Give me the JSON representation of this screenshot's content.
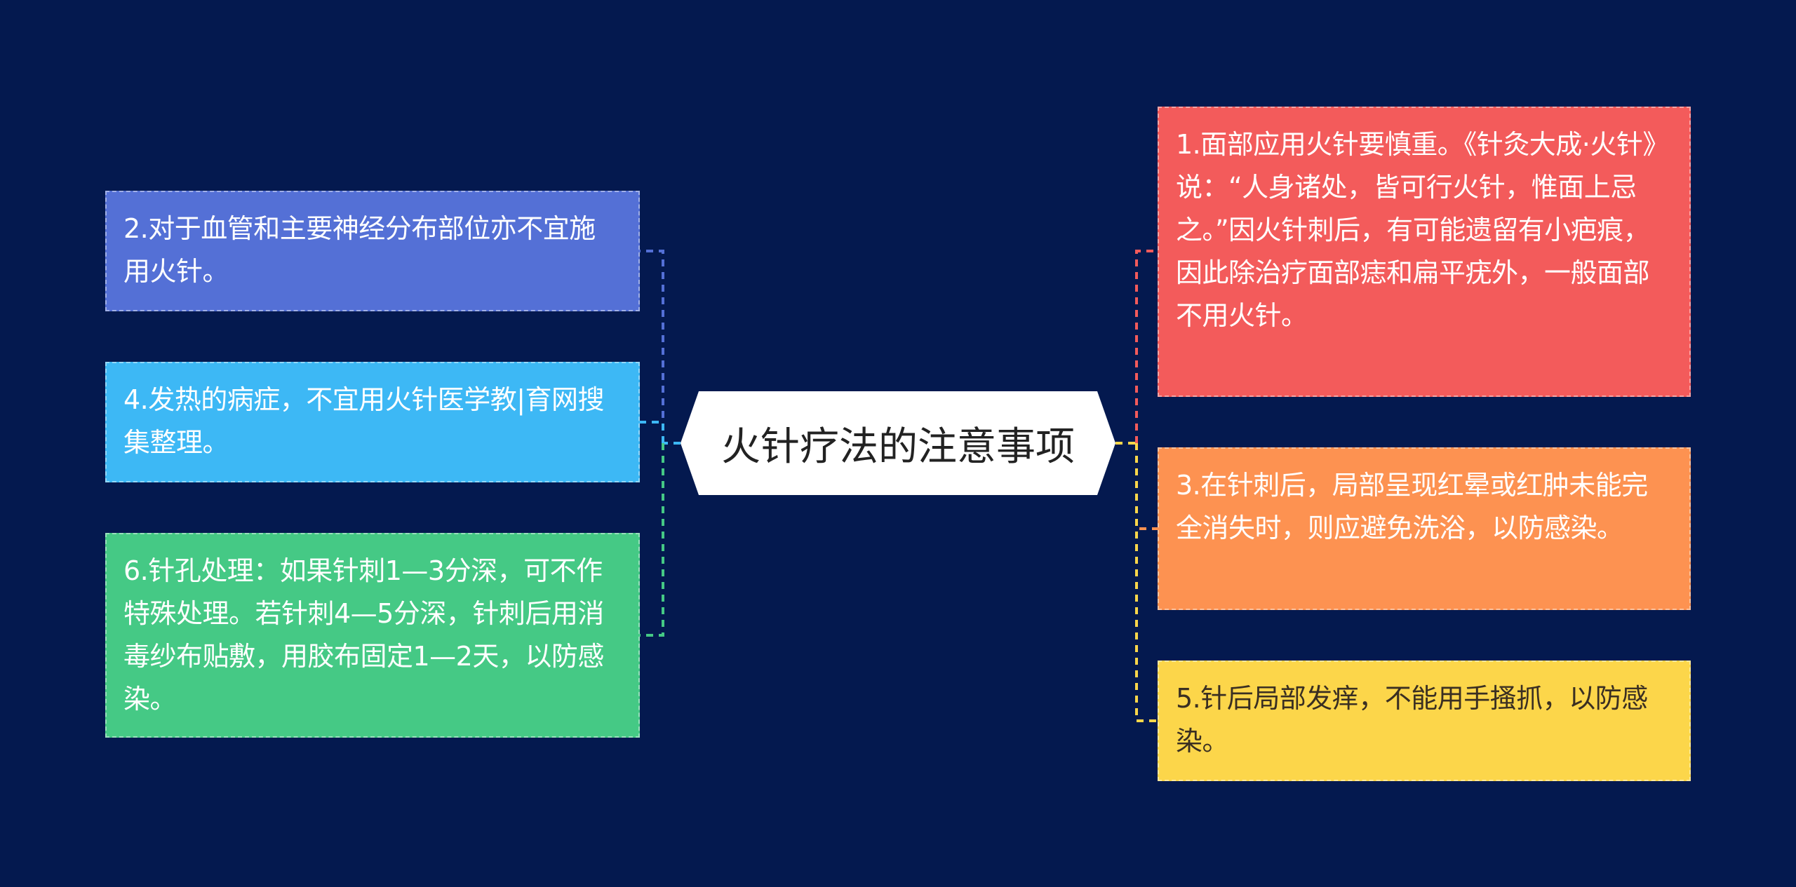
{
  "root": {
    "label": "火针疗法的注意事项"
  },
  "left_nodes": [
    {
      "id": "n2",
      "text": "2.对于血管和主要神经分布部位亦不宜施用火针。",
      "color": "#5470d6"
    },
    {
      "id": "n4",
      "text": "4.发热的病症，不宜用火针医学教|育网搜集整理。",
      "color": "#3db8f5"
    },
    {
      "id": "n6",
      "text": "6.针孔处理：如果针刺1—3分深，可不作特殊处理。若针刺4—5分深，针刺后用消毒纱布贴敷，用胶布固定1—2天，以防感染。",
      "color": "#45c985"
    }
  ],
  "right_nodes": [
    {
      "id": "n1",
      "text": "1.面部应用火针要慎重。《针灸大成·火针》说：“人身诸处，皆可行火针，惟面上忌之。”因火针刺后，有可能遗留有小疤痕，因此除治疗面部痣和扁平疣外，一般面部不用火针。",
      "color": "#f35b5b"
    },
    {
      "id": "n3",
      "text": "3.在针刺后，局部呈现红晕或红肿未能完全消失时，则应避免洗浴，以防感染。",
      "color": "#fd9251"
    },
    {
      "id": "n5",
      "text": "5.针后局部发痒，不能用手搔抓，以防感染。",
      "color": "#fcd64a"
    }
  ],
  "colors": {
    "background": "#04194f",
    "root_fill": "#ffffff"
  }
}
